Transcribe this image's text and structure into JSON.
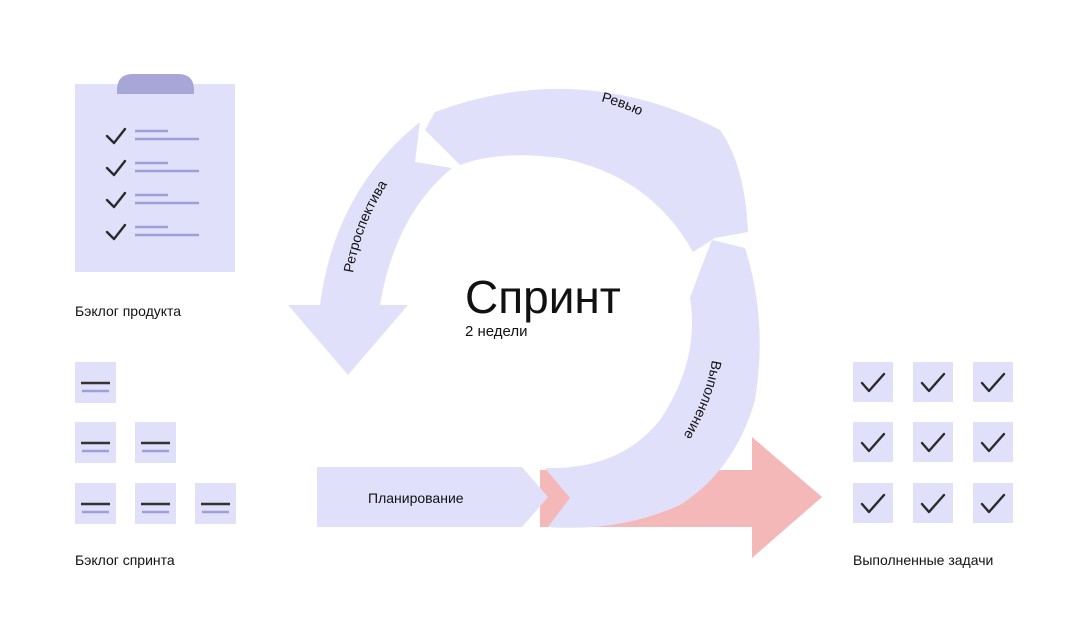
{
  "colors": {
    "lavender": "#e0e0fb",
    "clip_top": "#a8a6d6",
    "line_purple": "#a09ed8",
    "check": "#2b2b2b",
    "red_arrow": "#f5b8b8",
    "dash": "#333333"
  },
  "icons": {
    "clipboard": "clipboard-icon",
    "check": "checkmark-icon",
    "task_card": "task-card-icon"
  },
  "labels": {
    "product_backlog": "Бэклог продукта",
    "sprint_backlog": "Бэклог спринта",
    "done_tasks": "Выполненные задачи",
    "sprint_title": "Спринт",
    "sprint_duration": "2 недели",
    "planning": "Планирование",
    "review": "Ревью",
    "retrospective": "Ретроспектива",
    "execution": "Выполнение"
  }
}
